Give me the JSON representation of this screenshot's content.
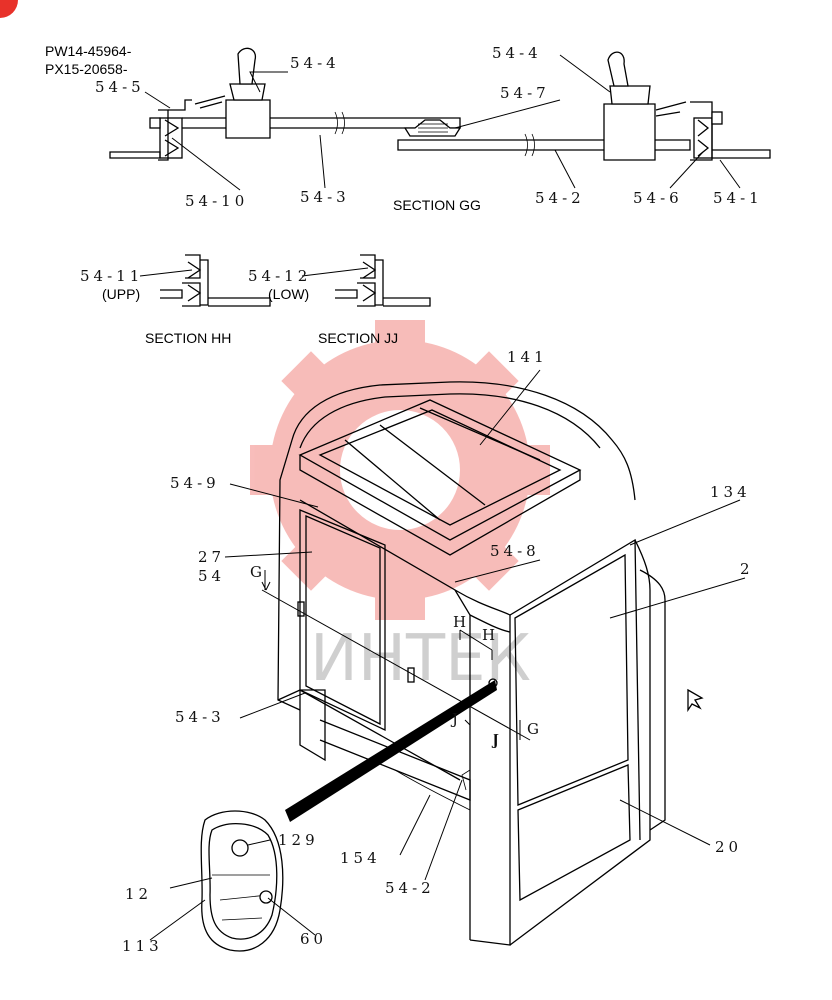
{
  "header": {
    "line1": "PW14-45964-",
    "line2": "PX15-20658-"
  },
  "sections": {
    "gg": "SECTION GG",
    "hh": "SECTION HH",
    "jj": "SECTION JJ"
  },
  "section_markers": {
    "g": "G",
    "h": "H",
    "j": "J",
    "upp": "(UPP)",
    "low": "(LOW)"
  },
  "callouts": {
    "c_54_5": "54-5",
    "c_54_4_left": "54-4",
    "c_54_4_right": "54-4",
    "c_54_7": "54-7",
    "c_54_10": "54-10",
    "c_54_3_top": "54-3",
    "c_54_2_top": "54-2",
    "c_54_6": "54-6",
    "c_54_1": "54-1",
    "c_54_11": "54-11",
    "c_54_12": "54-12",
    "c_141": "141",
    "c_54_9": "54-9",
    "c_134": "134",
    "c_27": "27",
    "c_54_8": "54-8",
    "c_54": "54",
    "c_2": "2",
    "c_54_3": "54-3",
    "c_129": "129",
    "c_12": "12",
    "c_154": "154",
    "c_54_2": "54-2",
    "c_20": "20",
    "c_113": "113",
    "c_60": "60"
  },
  "watermark": {
    "text": "ИНТЕК",
    "color": "#e8322a"
  },
  "colors": {
    "line": "#000000",
    "watermark": "#f7c7c4"
  }
}
